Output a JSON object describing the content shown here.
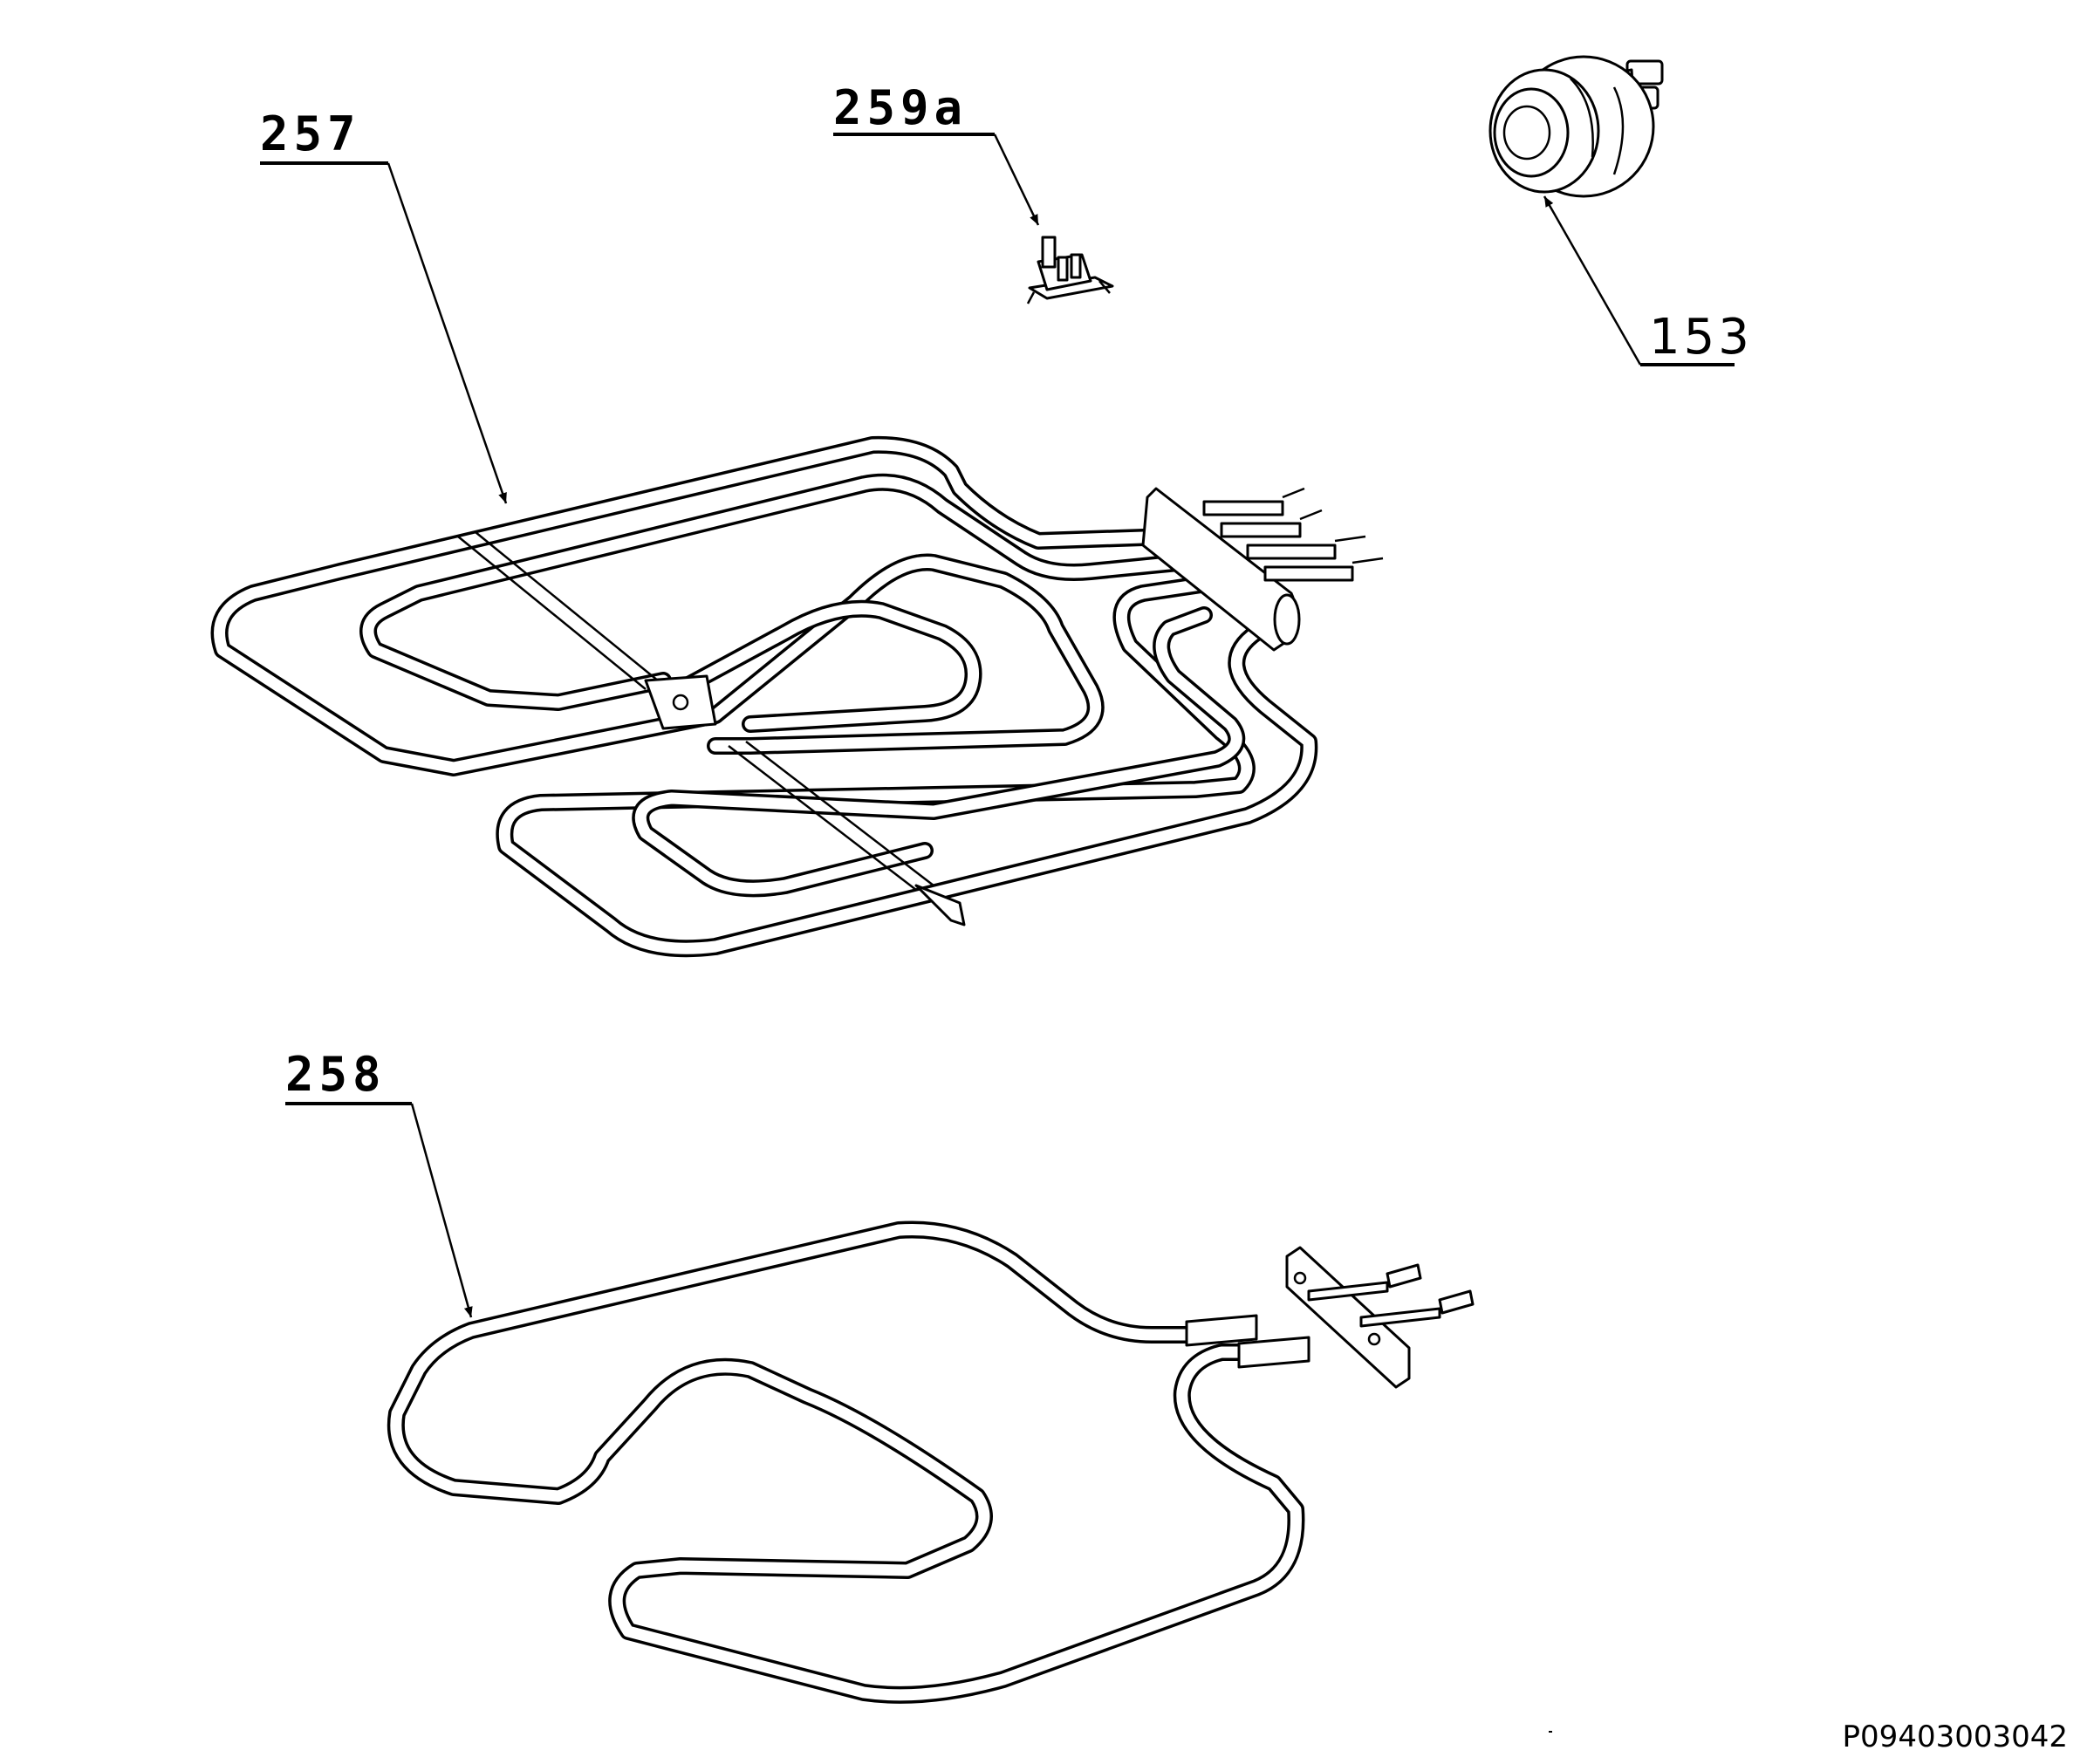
{
  "callouts": {
    "c257": "257",
    "c259a": "259a",
    "c153": "153",
    "c258": "258"
  },
  "reference_code": "P09403003042"
}
